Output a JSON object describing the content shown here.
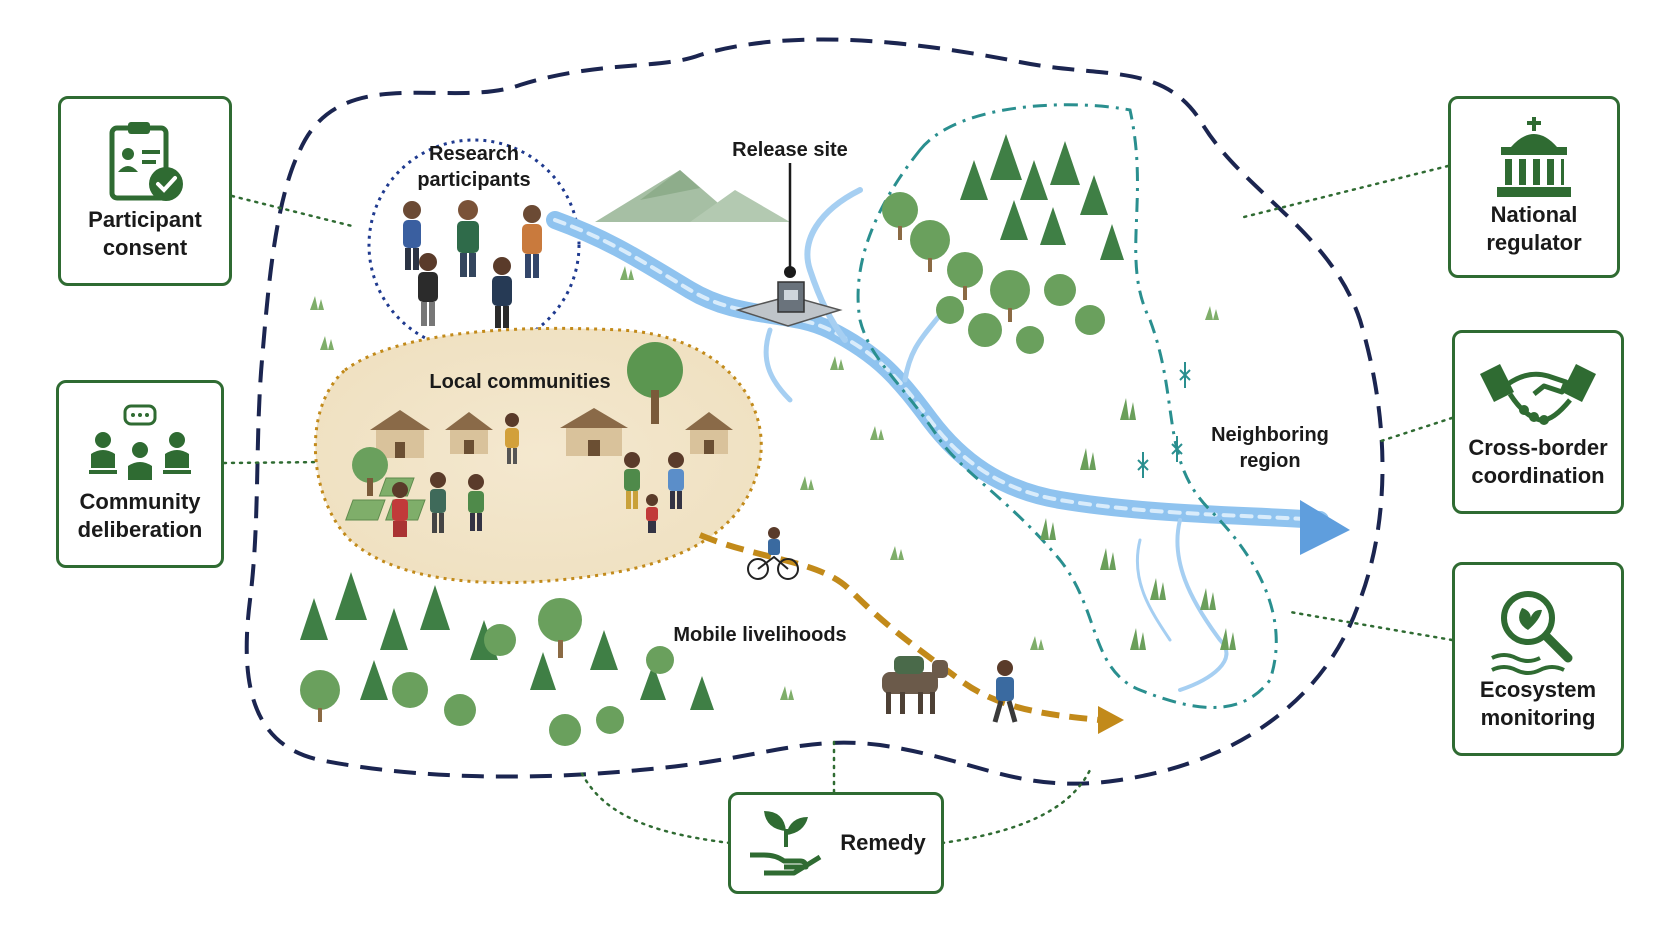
{
  "colors": {
    "green": "#2f6b32",
    "navy": "#1b2550",
    "teal": "#2a8f8f",
    "amber": "#c28a1a",
    "river": "#8fc3ef"
  },
  "cards": {
    "participant_consent": {
      "label": "Participant\nconsent",
      "icon": "clipboard-check-icon"
    },
    "community_deliberation": {
      "label": "Community\ndeliberation",
      "icon": "group-discussion-icon"
    },
    "national_regulator": {
      "label": "National\nregulator",
      "icon": "government-building-icon"
    },
    "cross_border": {
      "label": "Cross-border\ncoordination",
      "icon": "handshake-icon"
    },
    "ecosystem_monitoring": {
      "label": "Ecosystem\nmonitoring",
      "icon": "magnifier-leaf-icon"
    },
    "remedy": {
      "label": "Remedy",
      "icon": "hand-sprout-icon"
    }
  },
  "regions": {
    "research_participants": "Research\nparticipants",
    "release_site": "Release site",
    "local_communities": "Local communities",
    "neighboring_region": "Neighboring\nregion",
    "mobile_livelihoods": "Mobile livelihoods"
  }
}
